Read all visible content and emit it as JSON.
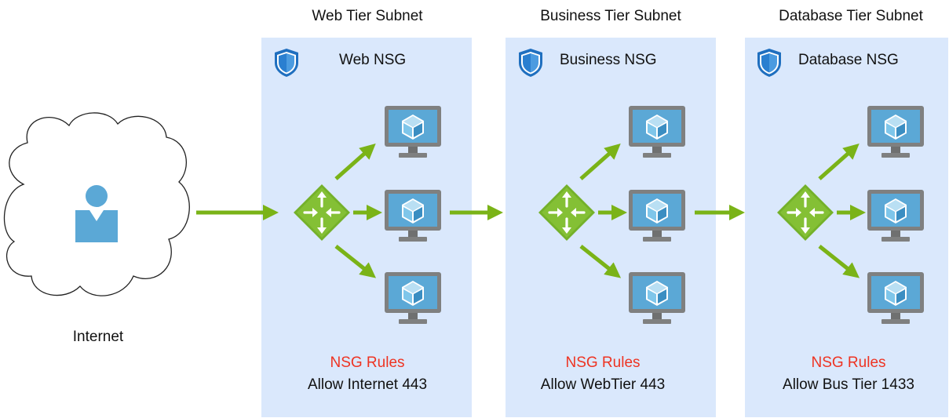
{
  "internet": {
    "label": "Internet"
  },
  "tiers": [
    {
      "subnet_title": "Web Tier Subnet",
      "nsg_label": "Web NSG",
      "rules_title": "NSG Rules",
      "rules_text": "Allow Internet 443"
    },
    {
      "subnet_title": "Business Tier Subnet",
      "nsg_label": "Business NSG",
      "rules_title": "NSG Rules",
      "rules_text": "Allow WebTier 443"
    },
    {
      "subnet_title": "Database Tier Subnet",
      "nsg_label": "Database NSG",
      "rules_title": "NSG Rules",
      "rules_text": "Allow Bus Tier 1433"
    }
  ],
  "icons": {
    "shield": "shield-icon",
    "load_balancer": "load-balancer-icon",
    "vm": "virtual-machine-icon",
    "user": "user-icon",
    "cloud": "cloud-icon"
  },
  "colors": {
    "panel": "#dae8fc",
    "arrow": "#7ab317",
    "rules_title": "#ee3322",
    "shield": "#1f6fbf",
    "vm_screen": "#5ba8d6",
    "vm_frame": "#7f8080"
  }
}
